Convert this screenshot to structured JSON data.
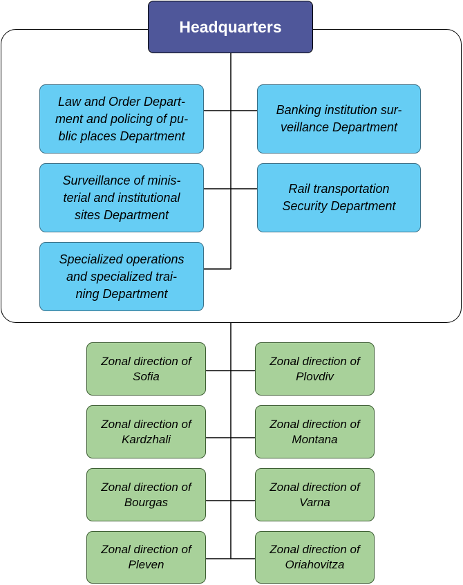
{
  "headquarters": "Headquarters",
  "departments": {
    "law_order": "Law and Order Depart-\nment and policing of pu-\nblic places Department",
    "banking": "Banking institution sur-\nveillance Department",
    "ministerial": "Surveillance of minis-\nterial and institutional\nsites Department",
    "rail": "Rail transportation\nSecurity Department",
    "specialized": "Specialized operations\nand specialized trai-\nning Department"
  },
  "zones": {
    "sofia": "Zonal direction of\nSofia",
    "plovdiv": "Zonal direction of\nPlovdiv",
    "kardzhali": "Zonal direction of\nKardzhali",
    "montana": "Zonal direction of\nMontana",
    "bourgas": "Zonal direction of\nBourgas",
    "varna": "Zonal direction of\nVarna",
    "pleven": "Zonal direction of\nPleven",
    "oriahovitza": "Zonal direction of\nOriahovitza"
  }
}
